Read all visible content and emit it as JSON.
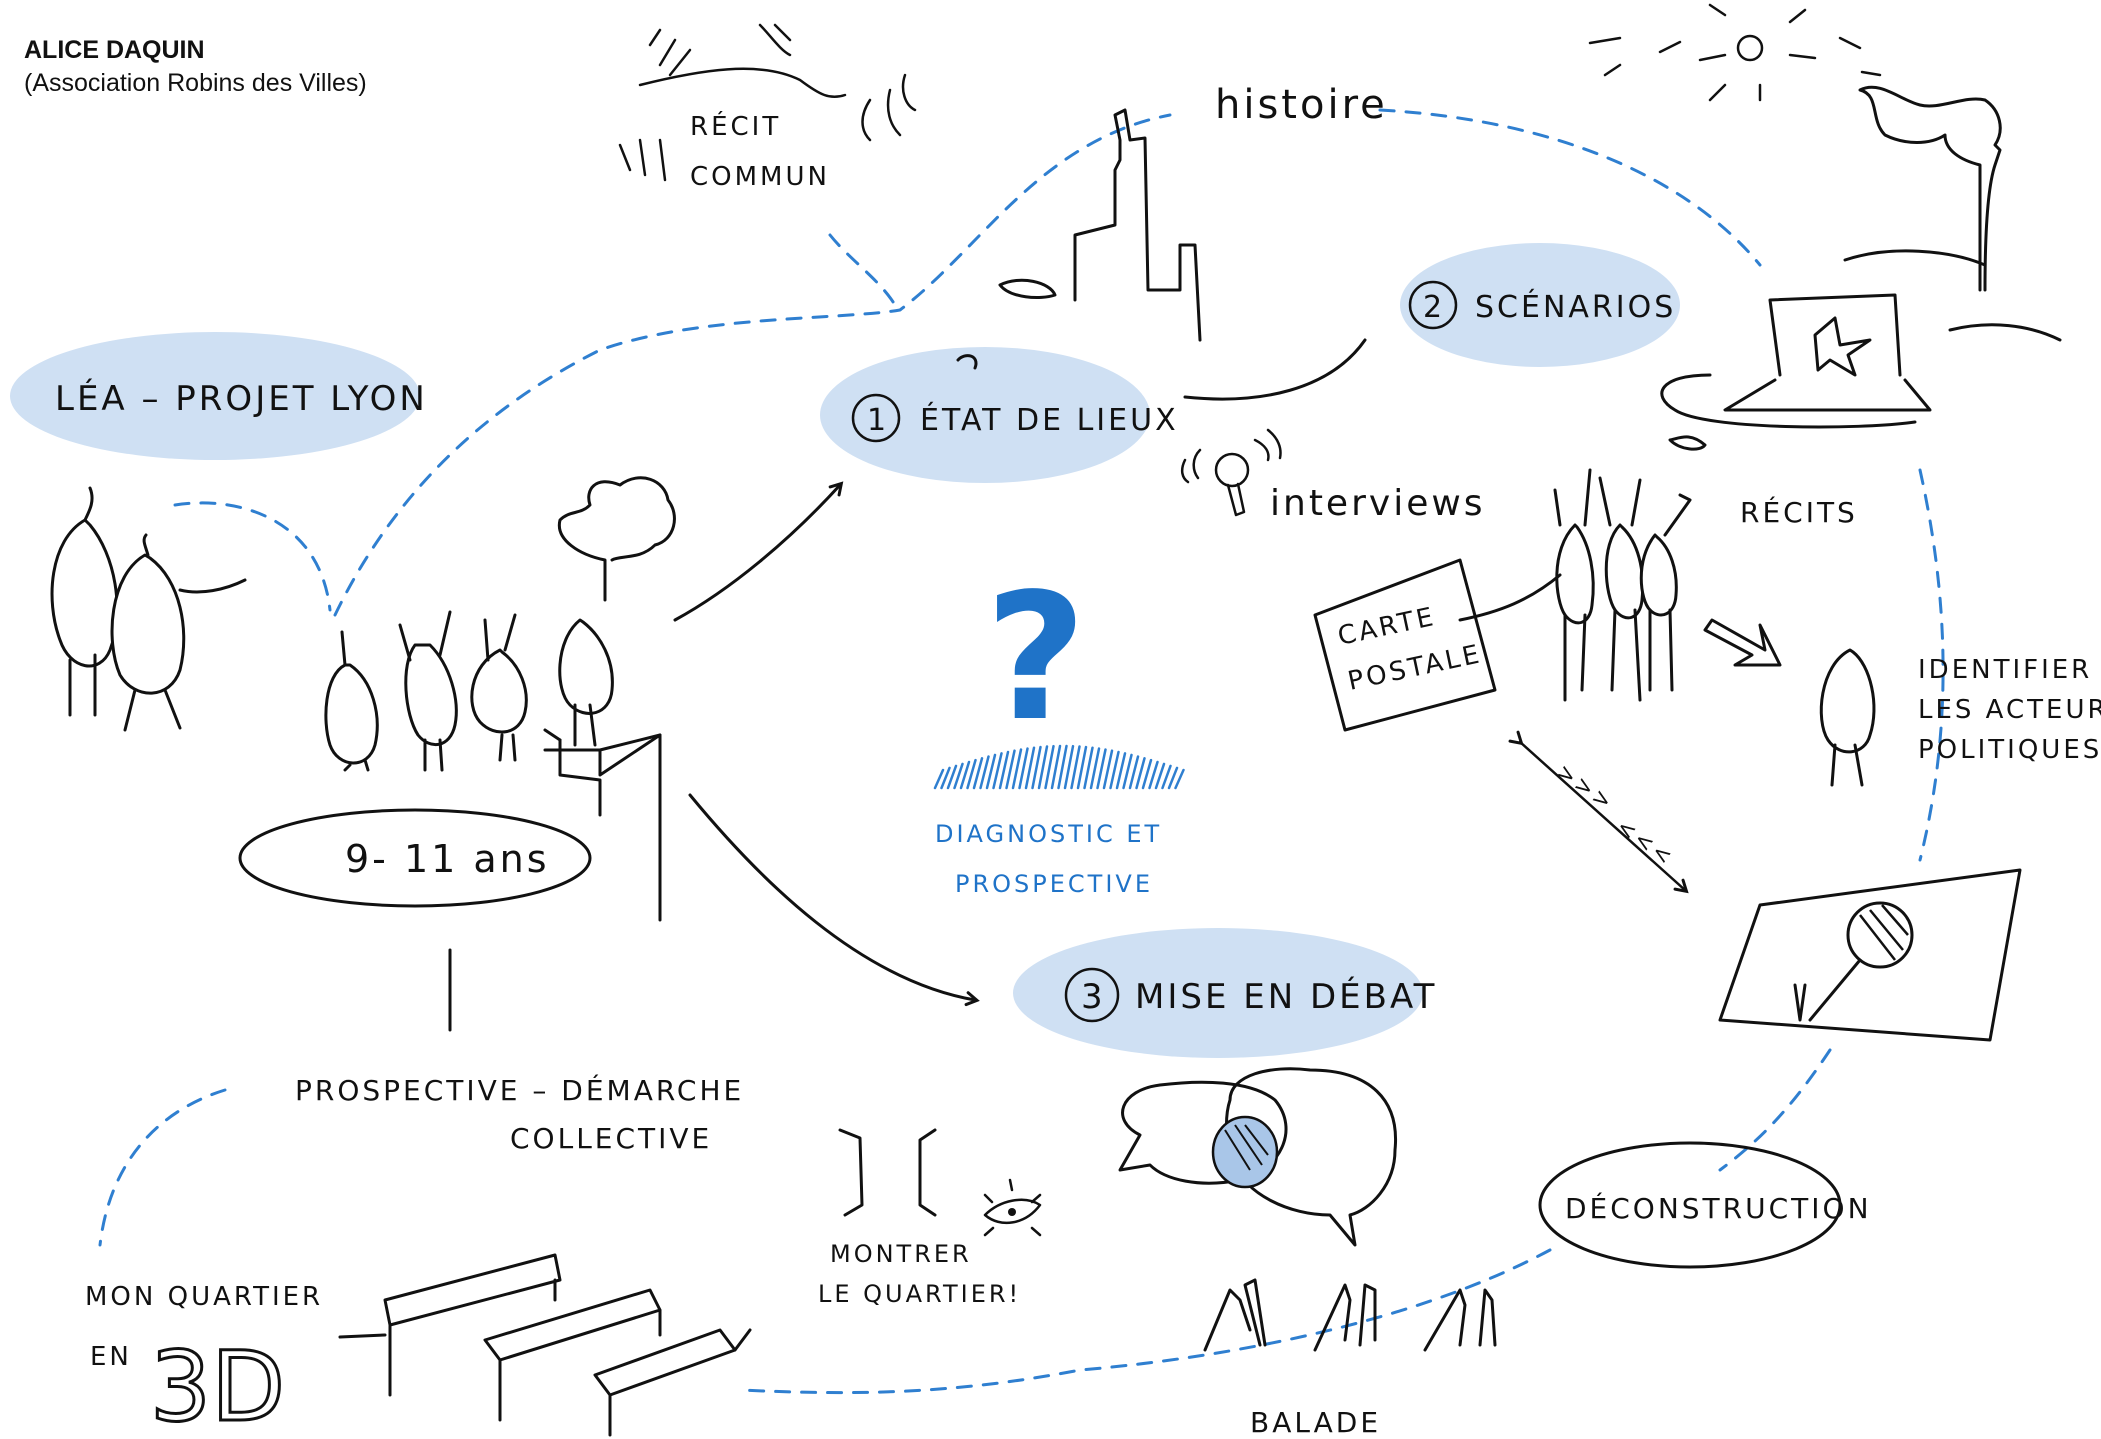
{
  "author": {
    "name": "ALICE DAQUIN",
    "organization": "(Association Robins des Villes)"
  },
  "center": {
    "symbol": "?",
    "line1": "DIAGNOSTIC ET",
    "line2": "PROSPECTIVE",
    "accent_color": "#1f73c8"
  },
  "phases": [
    {
      "number": "1",
      "label": "ÉTAT DE LIEUX"
    },
    {
      "number": "2",
      "label": "SCÉNARIOS"
    },
    {
      "number": "3",
      "label": "MISE EN DÉBAT"
    }
  ],
  "project_label": "LÉA – PROJET LYON",
  "age_label": "9- 11 ans",
  "approach": {
    "line1": "PROSPECTIVE – DÉMARCHE",
    "line2": "COLLECTIVE"
  },
  "quartier_3d": {
    "line1": "MON QUARTIER",
    "line2": "EN",
    "big": "3D"
  },
  "montrer": {
    "line1": "MONTRER",
    "line2": "LE QUARTIER!"
  },
  "balade": "BALADE",
  "deconstruction": "DÉCONSTRUCTION",
  "identifier": {
    "line1": "IDENTIFIER",
    "line2": "LES ACTEURS",
    "line3": "POLITIQUES"
  },
  "recits": "RÉCITS",
  "carte_postale": {
    "line1": "CARTE",
    "line2": "POSTALE"
  },
  "interviews": "interviews",
  "histoire": "histoire",
  "recit_commun": {
    "line1": "RÉCIT",
    "line2": "COMMUN"
  },
  "colors": {
    "bubble": "#cfe0f3",
    "dashed_line": "#2f7fd0",
    "ink": "#111111"
  }
}
